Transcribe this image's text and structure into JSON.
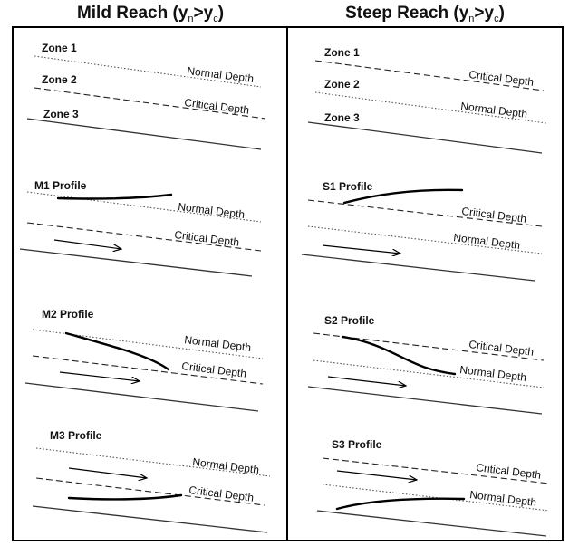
{
  "headers": {
    "mild": {
      "main": "Mild Reach (y",
      "sub1": "n",
      "mid": ">y",
      "sub2": "c",
      "end": ")"
    },
    "steep": {
      "main": "Steep Reach (y",
      "sub1": "n",
      "mid": ">y",
      "sub2": "c",
      "end": ")"
    }
  },
  "mild": {
    "zones": {
      "zone1": "Zone 1",
      "zone2": "Zone 2",
      "zone3": "Zone 3",
      "normal": "Normal Depth",
      "critical": "Critical Depth"
    },
    "m1": {
      "title": "M1 Profile",
      "normal": "Normal Depth",
      "critical": "Critical Depth"
    },
    "m2": {
      "title": "M2 Profile",
      "normal": "Normal Depth",
      "critical": "Critical Depth"
    },
    "m3": {
      "title": "M3 Profile",
      "normal": "Normal Depth",
      "critical": "Critical Depth"
    }
  },
  "steep": {
    "zones": {
      "zone1": "Zone 1",
      "zone2": "Zone 2",
      "zone3": "Zone 3",
      "critical": "Critical Depth",
      "normal": "Normal Depth"
    },
    "s1": {
      "title": "S1 Profile",
      "critical": "Critical Depth",
      "normal": "Normal Depth"
    },
    "s2": {
      "title": "S2 Profile",
      "critical": "Critical Depth",
      "normal": "Normal Depth"
    },
    "s3": {
      "title": "S3 Profile",
      "critical": "Critical Depth",
      "normal": "Normal Depth"
    }
  }
}
